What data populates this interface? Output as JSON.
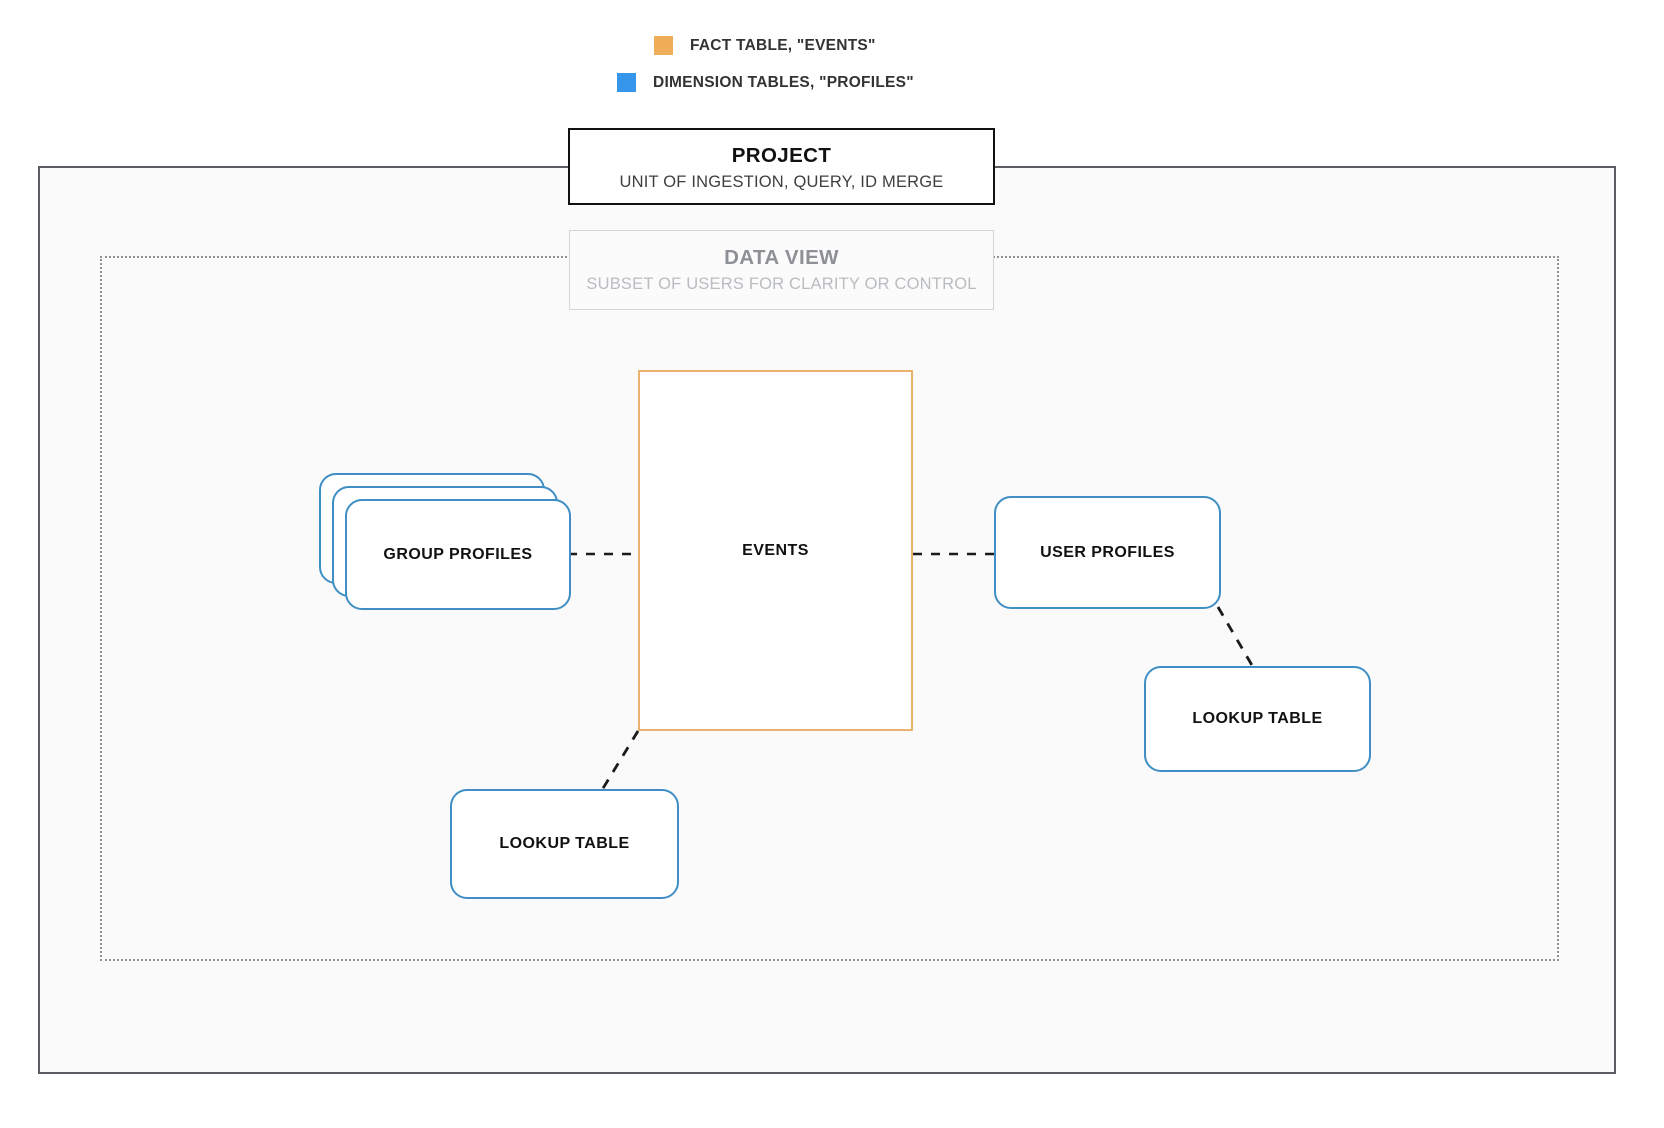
{
  "legend": {
    "items": [
      {
        "id": "fact-table",
        "label": "FACT TABLE, \"EVENTS\"",
        "color": "#f0ad58",
        "swatch_icon": "color-swatch-icon"
      },
      {
        "id": "dimension-tables",
        "label": "DIMENSION TABLES, \"PROFILES\"",
        "color": "#3596ec",
        "swatch_icon": "color-swatch-icon"
      }
    ]
  },
  "project": {
    "title": "PROJECT",
    "subtitle": "UNIT OF INGESTION, QUERY, ID MERGE",
    "border_color": "#111111"
  },
  "data_view": {
    "title": "DATA VIEW",
    "subtitle": "SUBSET OF USERS FOR CLARITY OR CONTROL",
    "border_color": "#d2d4d6",
    "text_color": "#8d9094"
  },
  "nodes": {
    "events": {
      "label": "EVENTS",
      "type": "fact-table",
      "border_color": "#e9b36d",
      "shape": "rectangle"
    },
    "group_profiles": {
      "label": "GROUP PROFILES",
      "type": "dimension-table",
      "border_color": "#3f8fc4",
      "shape": "stacked-rounded-rectangle",
      "stack_count": 3
    },
    "user_profiles": {
      "label": "USER PROFILES",
      "type": "dimension-table",
      "border_color": "#3f8fc4",
      "shape": "rounded-rectangle"
    },
    "lookup_table_left": {
      "label": "LOOKUP TABLE",
      "type": "dimension-table",
      "border_color": "#3f8fc4",
      "shape": "rounded-rectangle"
    },
    "lookup_table_right": {
      "label": "LOOKUP TABLE",
      "type": "dimension-table",
      "border_color": "#3f8fc4",
      "shape": "rounded-rectangle"
    }
  },
  "connectors": [
    {
      "id": "group-profiles-to-events",
      "from": "group_profiles",
      "to": "events",
      "style": "dashed",
      "color": "#1a1a1a"
    },
    {
      "id": "events-to-user-profiles",
      "from": "events",
      "to": "user_profiles",
      "style": "dashed",
      "color": "#1a1a1a"
    },
    {
      "id": "events-to-lookup-left",
      "from": "events",
      "to": "lookup_table_left",
      "style": "dashed",
      "color": "#1a1a1a"
    },
    {
      "id": "user-profiles-to-lookup-right",
      "from": "user_profiles",
      "to": "lookup_table_right",
      "style": "dashed",
      "color": "#1a1a1a"
    }
  ]
}
